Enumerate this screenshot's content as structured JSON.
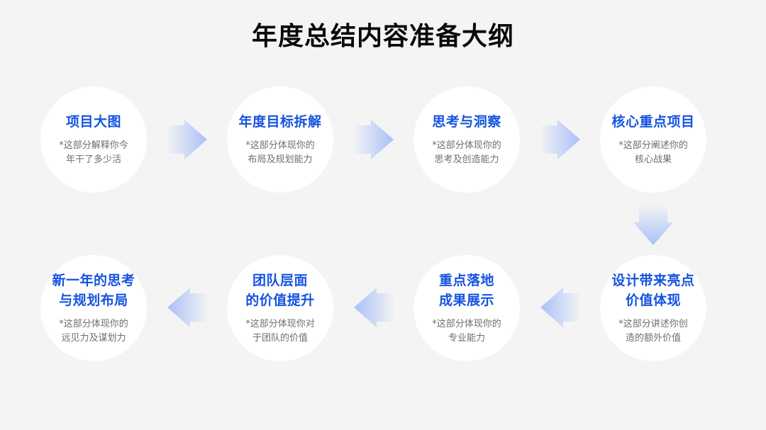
{
  "title": "年度总结内容准备大纲",
  "colors": {
    "background": "#f4f4f4",
    "circle": "#ffffff",
    "heading": "#1553e0",
    "description": "#6e6e6e",
    "arrow_start": "#f4f4f4",
    "arrow_end": "#a9c0f7"
  },
  "steps": [
    {
      "heading": "项目大图",
      "description": "*这部分解释你今\n年干了多少活"
    },
    {
      "heading": "年度目标拆解",
      "description": "*这部分体现你的\n布局及规划能力"
    },
    {
      "heading": "思考与洞察",
      "description": "*这部分体现你的\n思考及创造能力"
    },
    {
      "heading": "核心重点项目",
      "description": "*这部分阐述你的\n核心战果"
    },
    {
      "heading": "设计带来亮点\n价值体现",
      "description": "*这部分讲述你创\n造的额外价值"
    },
    {
      "heading": "重点落地\n成果展示",
      "description": "*这部分体现你的\n专业能力"
    },
    {
      "heading": "团队层面\n的价值提升",
      "description": "*这部分体现你对\n于团队的价值"
    },
    {
      "heading": "新一年的思考\n与规划布局",
      "description": "*这部分体现你的\n远见力及谋划力"
    }
  ],
  "arrows": [
    {
      "direction": "right",
      "icon": "arrow-right-icon"
    },
    {
      "direction": "right",
      "icon": "arrow-right-icon"
    },
    {
      "direction": "right",
      "icon": "arrow-right-icon"
    },
    {
      "direction": "down",
      "icon": "arrow-down-icon"
    },
    {
      "direction": "left",
      "icon": "arrow-left-icon"
    },
    {
      "direction": "left",
      "icon": "arrow-left-icon"
    },
    {
      "direction": "left",
      "icon": "arrow-left-icon"
    }
  ]
}
